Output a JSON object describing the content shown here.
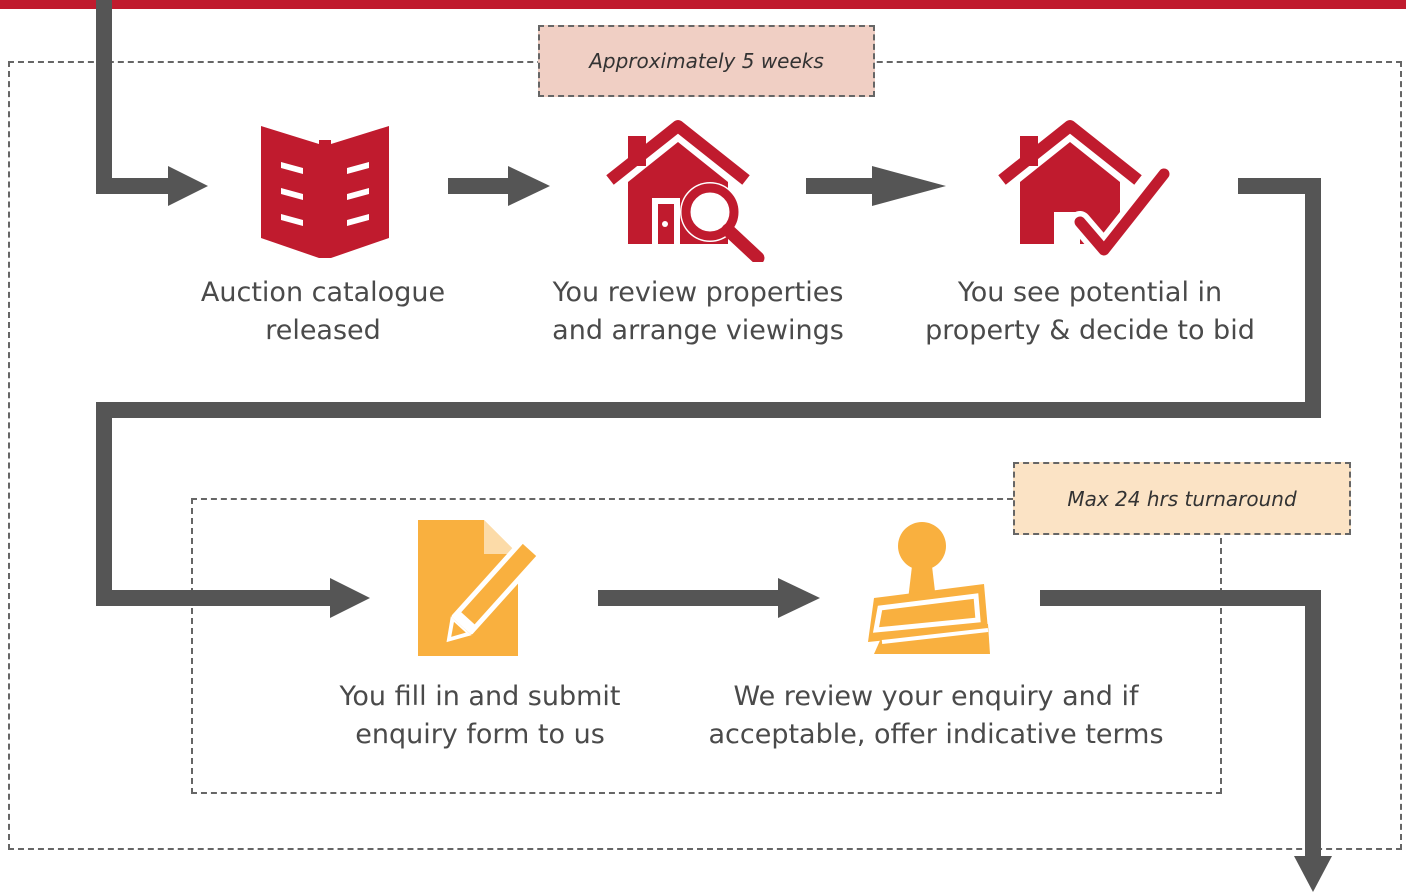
{
  "diagram": {
    "timeframes": {
      "outer": "Approximately 5 weeks",
      "inner": "Max 24 hrs turnaround"
    },
    "steps": [
      {
        "line1": "Auction catalogue",
        "line2": "released",
        "icon": "open-book-icon"
      },
      {
        "line1": "You review properties",
        "line2": "and arrange viewings",
        "icon": "house-search-icon"
      },
      {
        "line1": "You see potential in",
        "line2": "property & decide to bid",
        "icon": "house-check-icon"
      },
      {
        "line1": "You fill in and submit",
        "line2": "enquiry form to us",
        "icon": "form-pencil-icon"
      },
      {
        "line1": "We review your enquiry and if",
        "line2": "acceptable, offer indicative terms",
        "icon": "stamp-icon"
      }
    ],
    "colors": {
      "brand_red": "#c01b2e",
      "accent_orange": "#f9b03f",
      "arrow_gray": "#555555",
      "outer_tag_bg": "#f0cfc4",
      "inner_tag_bg": "#fbe3c5"
    }
  }
}
